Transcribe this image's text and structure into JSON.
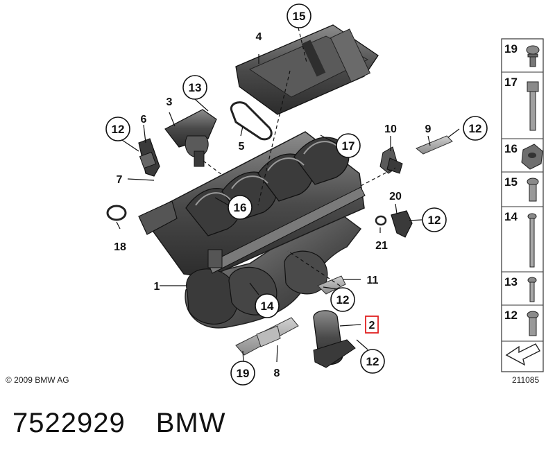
{
  "callouts": [
    "12",
    "13",
    "12",
    "15",
    "17",
    "12",
    "16",
    "12",
    "14",
    "19",
    "12",
    "12"
  ],
  "plain_labels": [
    "4",
    "3",
    "6",
    "5",
    "10",
    "9",
    "7",
    "20",
    "18",
    "21",
    "1",
    "11",
    "2",
    "8"
  ],
  "side_panel": [
    "19",
    "17",
    "16",
    "15",
    "14",
    "13",
    "12"
  ],
  "copyright": "© 2009 BMW AG",
  "diagram_id": "211085",
  "footer": {
    "part_number": "7522929",
    "brand": "BMW"
  },
  "colors": {
    "highlight": "#e02020",
    "line": "#111111",
    "part_dark": "#3a3a3a",
    "part_mid": "#6a6a6a",
    "part_light": "#9a9a9a"
  }
}
